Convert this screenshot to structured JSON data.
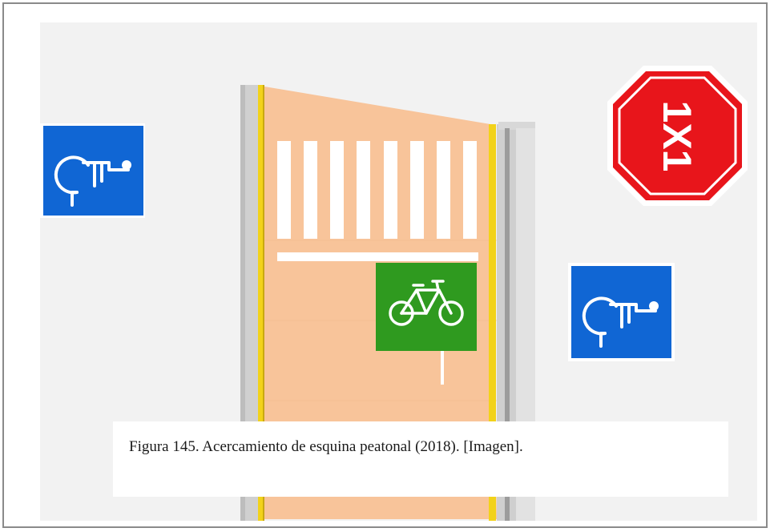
{
  "scene": {
    "background_color": "#f2f2f2",
    "walkway_color": "#f8c49a",
    "edge_line_color": "#f2d21a",
    "curb_color": "#c9c9c9",
    "crosswalk_stripe_color": "#ffffff"
  },
  "signs": [
    {
      "name": "accessible-ramp-sign-left",
      "icon": "wheelchair-ramp-icon",
      "color": "#1066d4"
    },
    {
      "name": "stop-one-by-one-sign",
      "icon": "stop-octagon-icon",
      "text": "1X1",
      "color": "#e8151b"
    },
    {
      "name": "bicycle-lane-sign",
      "icon": "bicycle-icon",
      "color": "#2f9a1f"
    },
    {
      "name": "accessible-ramp-sign-right",
      "icon": "wheelchair-ramp-icon",
      "color": "#1066d4"
    }
  ],
  "caption": {
    "text": "Figura 145. Acercamiento de esquina peatonal (2018). [Imagen]."
  }
}
